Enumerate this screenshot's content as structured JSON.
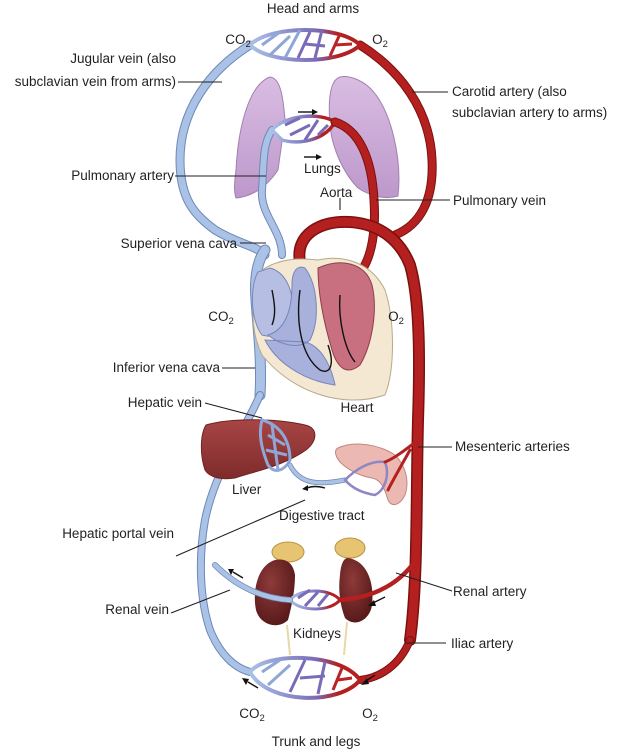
{
  "diagram": {
    "title": "Systemic and pulmonary circulation",
    "colors": {
      "deoxygenated": "#a9c2e6",
      "oxygenated": "#b3201f",
      "lung": "#c9a8d4",
      "liver": "#9b3d3d",
      "kidney": "#6e2424",
      "adrenal": "#e7c472",
      "digestive": "#ecb9b2",
      "heart_wall": "#f4e8d3"
    },
    "labels": {
      "head_and_arms": "Head and arms",
      "co2_top": "CO",
      "o2_top": "O",
      "jugular_line1": "Jugular vein (also",
      "jugular_line2": "subclavian vein from arms)",
      "carotid_line1": "Carotid artery (also",
      "carotid_line2": "subclavian artery to arms)",
      "pulmonary_artery": "Pulmonary artery",
      "lungs": "Lungs",
      "aorta": "Aorta",
      "pulmonary_vein": "Pulmonary vein",
      "superior_vena_cava": "Superior vena cava",
      "co2_heart": "CO",
      "o2_heart": "O",
      "inferior_vena_cava": "Inferior vena cava",
      "heart": "Heart",
      "hepatic_vein": "Hepatic vein",
      "mesenteric_arteries": "Mesenteric arteries",
      "liver": "Liver",
      "digestive_tract": "Digestive tract",
      "hepatic_portal_vein": "Hepatic portal vein",
      "renal_artery": "Renal artery",
      "renal_vein": "Renal vein",
      "kidneys": "Kidneys",
      "iliac_artery": "Iliac artery",
      "co2_bottom": "CO",
      "o2_bottom": "O",
      "trunk_and_legs": "Trunk and legs",
      "subscript_2": "2"
    }
  }
}
